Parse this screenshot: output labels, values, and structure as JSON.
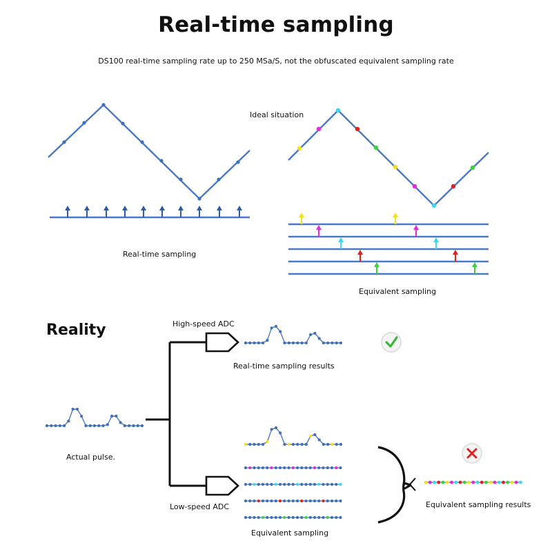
{
  "title": "Real-time sampling",
  "subtitle": "DS100 real-time sampling rate up to 250 MSa/S, not the obfuscated equivalent sampling rate",
  "top": {
    "ideal_label": "Ideal situation",
    "realtime_label": "Real-time sampling",
    "equivalent_label": "Equivalent sampling"
  },
  "reality": {
    "heading": "Reality",
    "high_speed_adc": "High-speed ADC",
    "low_speed_adc": "Low-speed ADC",
    "realtime_results": "Real-time sampling results",
    "actual_pulse": "Actual pulse.",
    "equivalent_sampling": "Equivalent sampling",
    "equivalent_results": "Equivalent sampling results"
  },
  "colors": {
    "line": "#4a78c8",
    "dot": "#3e6fb8",
    "arrow": "#2f5aa8",
    "yellow": "#f2e21a",
    "magenta": "#e52ad8",
    "cyan": "#39d8ef",
    "red": "#e32020",
    "green": "#3ed13e",
    "check": "#3bb83b",
    "cross": "#e11f1f"
  },
  "icons": {
    "ok": "check-icon",
    "bad": "cross-icon"
  }
}
